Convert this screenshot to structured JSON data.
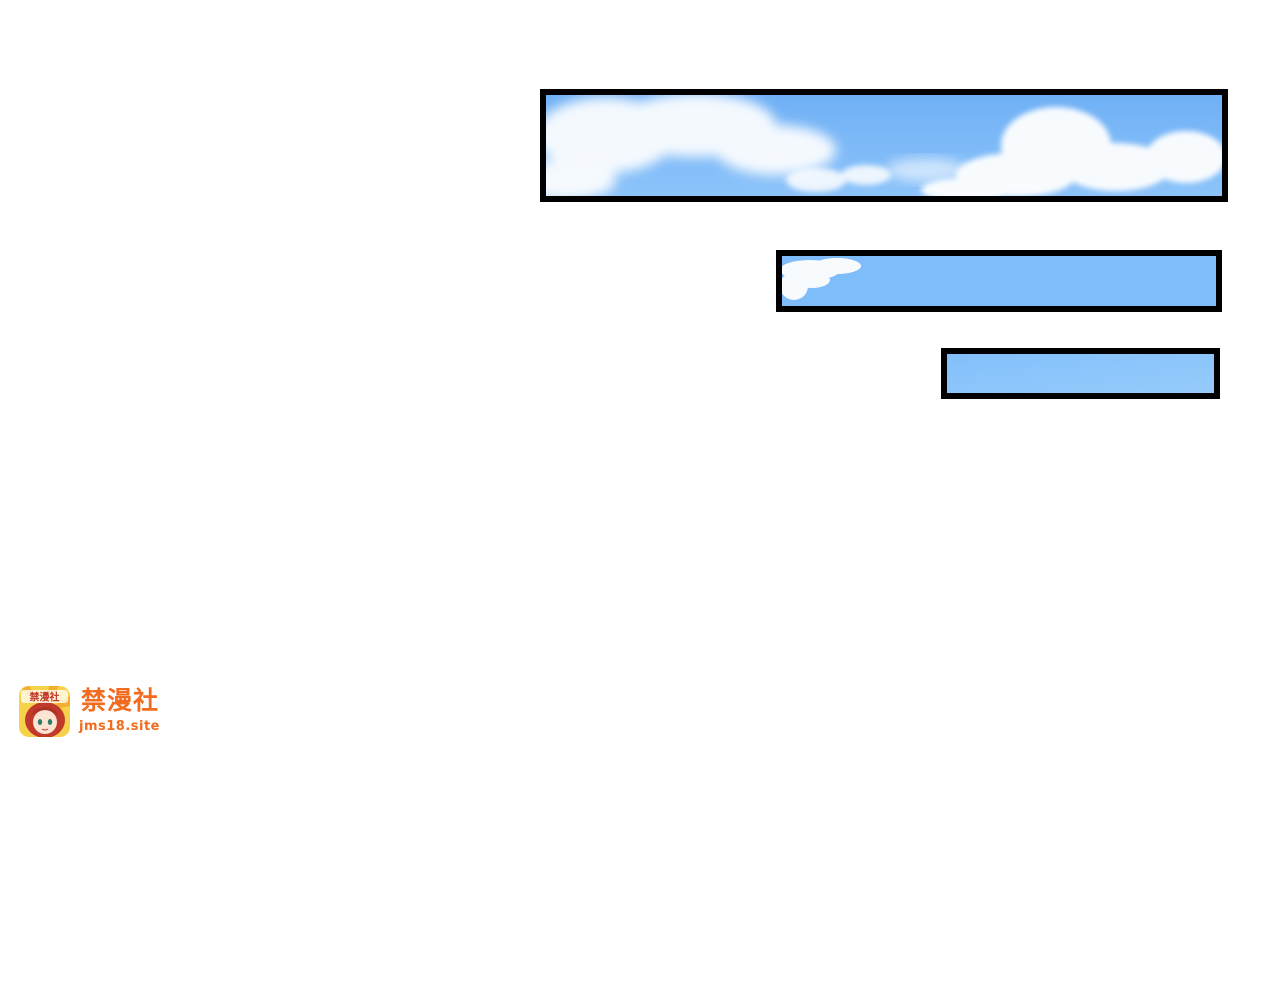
{
  "panels": [
    {
      "name": "sky-panel-clouds-wide",
      "content": "sky with clouds"
    },
    {
      "name": "sky-panel-clouds-small",
      "content": "sky with cloud wisp"
    },
    {
      "name": "sky-panel-plain",
      "content": "clear sky"
    }
  ],
  "colors": {
    "sky": "#7db9f7",
    "sky_light": "#a9d1fb",
    "border": "#000000",
    "brand": "#f26b1f"
  },
  "watermark": {
    "brand_name": "禁漫社",
    "url": "jms18.site",
    "icon": "anime-girl-logo-icon",
    "icon_text": "禁漫社"
  }
}
